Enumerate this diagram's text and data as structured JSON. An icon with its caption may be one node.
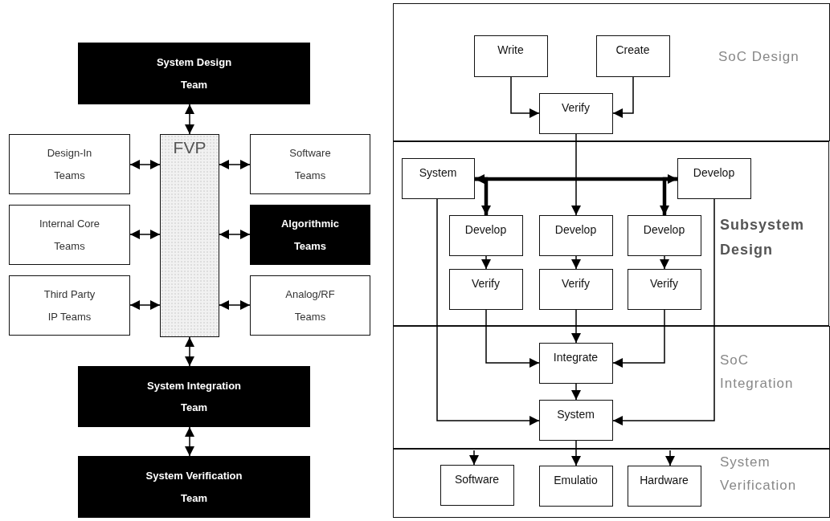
{
  "diagram": {
    "nodes": [
      {
        "text": [
          "System Design Team"
        ]
      },
      {
        "text": [
          "Design-In Teams"
        ]
      },
      {
        "text": [
          "FVP"
        ]
      },
      {
        "text": [
          "Software Teams"
        ]
      },
      {
        "text": [
          "Internal Core Teams"
        ]
      },
      {
        "text": [
          "Algorithmic Teams"
        ]
      },
      {
        "text": [
          "Third Party IP Teams"
        ]
      },
      {
        "text": [
          "Analog/RF Teams"
        ]
      },
      {
        "text": [
          "System Integration Team"
        ]
      },
      {
        "text": [
          "System Verification Team"
        ]
      },
      {
        "text": [
          "SoC Design"
        ]
      },
      {
        "text": [
          "Write"
        ],
        "in": 10
      },
      {
        "text": [
          "Create"
        ],
        "in": 10
      },
      {
        "text": [
          "Verify"
        ],
        "in": 10
      },
      {
        "text": [
          "Subsystem Design"
        ]
      },
      {
        "text": [
          "System"
        ],
        "in": 14
      },
      {
        "text": [
          "Develop"
        ],
        "in": 14
      },
      {
        "text": [
          "Develop"
        ],
        "in": 14
      },
      {
        "text": [
          "Develop"
        ],
        "in": 14
      },
      {
        "text": [
          "Develop"
        ],
        "in": 14
      },
      {
        "text": [
          "Verify"
        ],
        "in": 14
      },
      {
        "text": [
          "Verify"
        ],
        "in": 14
      },
      {
        "text": [
          "Verify"
        ],
        "in": 14
      },
      {
        "text": [
          "SoC Integration"
        ]
      },
      {
        "text": [
          "Integrate"
        ],
        "in": 23
      },
      {
        "text": [
          "System"
        ],
        "in": 23
      },
      {
        "text": [
          "System Verification"
        ]
      },
      {
        "text": [
          "Software"
        ],
        "in": 26
      },
      {
        "text": [
          "Emulatio"
        ],
        "in": 26
      },
      {
        "text": [
          "Hardware"
        ],
        "in": 26
      }
    ],
    "edges": [
      {
        "from": 0,
        "to": 2,
        "arrow": "both"
      },
      {
        "from": 1,
        "to": 2,
        "arrow": "both"
      },
      {
        "from": 2,
        "to": 3,
        "arrow": "both"
      },
      {
        "from": 4,
        "to": 2,
        "arrow": "both"
      },
      {
        "from": 2,
        "to": 5,
        "arrow": "both"
      },
      {
        "from": 6,
        "to": 2,
        "arrow": "both"
      },
      {
        "from": 2,
        "to": 7,
        "arrow": "both"
      },
      {
        "from": 2,
        "to": 8,
        "arrow": "both"
      },
      {
        "from": 8,
        "to": 9,
        "arrow": "both"
      },
      {
        "from": 11,
        "to": 13,
        "arrow": "to"
      },
      {
        "from": 12,
        "to": 13,
        "arrow": "to"
      },
      {
        "from": 13,
        "to": 18,
        "arrow": "to"
      },
      {
        "from": 15,
        "to": 16,
        "arrow": "both",
        "style": "thick"
      },
      {
        "from": 15,
        "to": 17,
        "arrow": "to",
        "style": "thick"
      },
      {
        "from": 16,
        "to": 19,
        "arrow": "to",
        "style": "thick"
      },
      {
        "from": 17,
        "to": 20,
        "arrow": "to"
      },
      {
        "from": 18,
        "to": 21,
        "arrow": "to"
      },
      {
        "from": 19,
        "to": 22,
        "arrow": "to"
      },
      {
        "from": 20,
        "to": 24,
        "arrow": "to"
      },
      {
        "from": 21,
        "to": 24,
        "arrow": "to"
      },
      {
        "from": 22,
        "to": 24,
        "arrow": "to"
      },
      {
        "from": 24,
        "to": 25,
        "arrow": "to"
      },
      {
        "from": 15,
        "to": 25,
        "arrow": "to"
      },
      {
        "from": 16,
        "to": 25,
        "arrow": "to"
      },
      {
        "from": 25,
        "to": 28,
        "arrow": "to"
      },
      {
        "from": null,
        "to": 27,
        "arrow": "to"
      },
      {
        "from": null,
        "to": 29,
        "arrow": "to"
      }
    ]
  }
}
